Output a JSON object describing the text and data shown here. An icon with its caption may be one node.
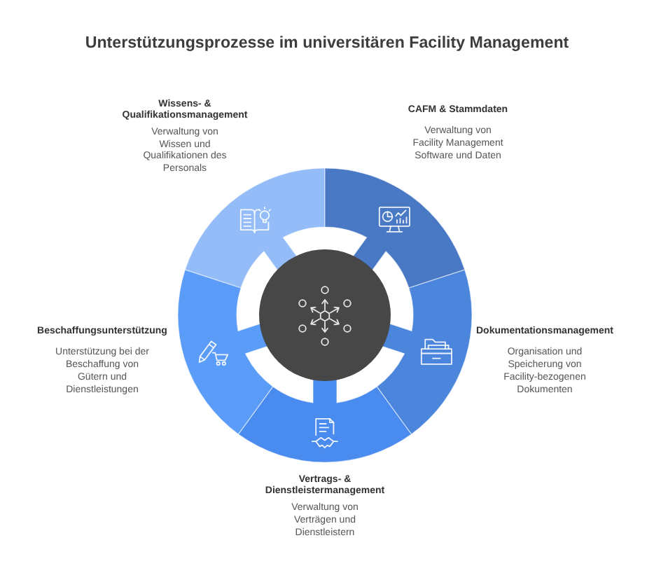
{
  "diagram": {
    "title": "Unterstützungsprozesse im universitären Facility Management",
    "nodes": [
      {
        "text": [
          "Wissens- & Qualifikationsmanagement",
          "Verwaltung von Wissen und Qualifikationen des Personals"
        ]
      },
      {
        "text": [
          "CAFM & Stammdaten",
          "Verwaltung von Facility Management Software und Daten"
        ]
      },
      {
        "text": [],
        "shape": "circle"
      },
      {
        "text": [
          "Beschaffungsunterstützung",
          "Unterstützung bei der Beschaffung von Gütern und Dienstleistungen"
        ]
      },
      {
        "text": [
          "Dokumentationsmanagement",
          "Organisation und Speicherung von Facility-bezogenen Dokumenten"
        ]
      },
      {
        "text": [
          "Vertrags- & Dienstleistermanagement",
          "Verwaltung von Verträgen und Dienstleistern"
        ]
      }
    ]
  }
}
